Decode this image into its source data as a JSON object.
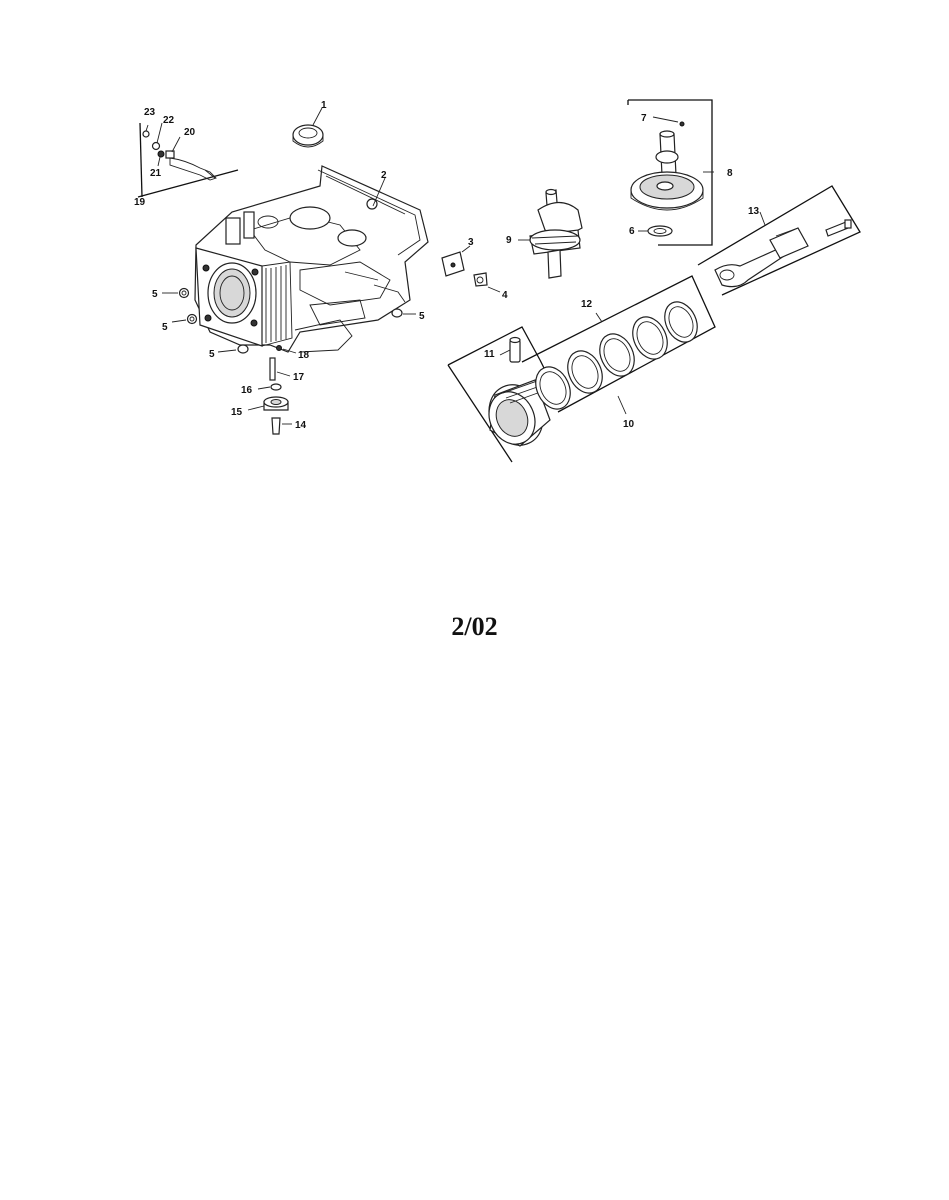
{
  "page": {
    "date_code": "2/02"
  },
  "callouts": {
    "c1": "1",
    "c2": "2",
    "c3": "3",
    "c4": "4",
    "c5a": "5",
    "c5b": "5",
    "c5c": "5",
    "c5d": "5",
    "c6": "6",
    "c7": "7",
    "c8": "8",
    "c9": "9",
    "c10": "10",
    "c11": "11",
    "c12": "12",
    "c13": "13",
    "c14": "14",
    "c15": "15",
    "c16": "16",
    "c17": "17",
    "c18": "18",
    "c19": "19",
    "c20": "20",
    "c21": "21",
    "c22": "22",
    "c23": "23"
  }
}
